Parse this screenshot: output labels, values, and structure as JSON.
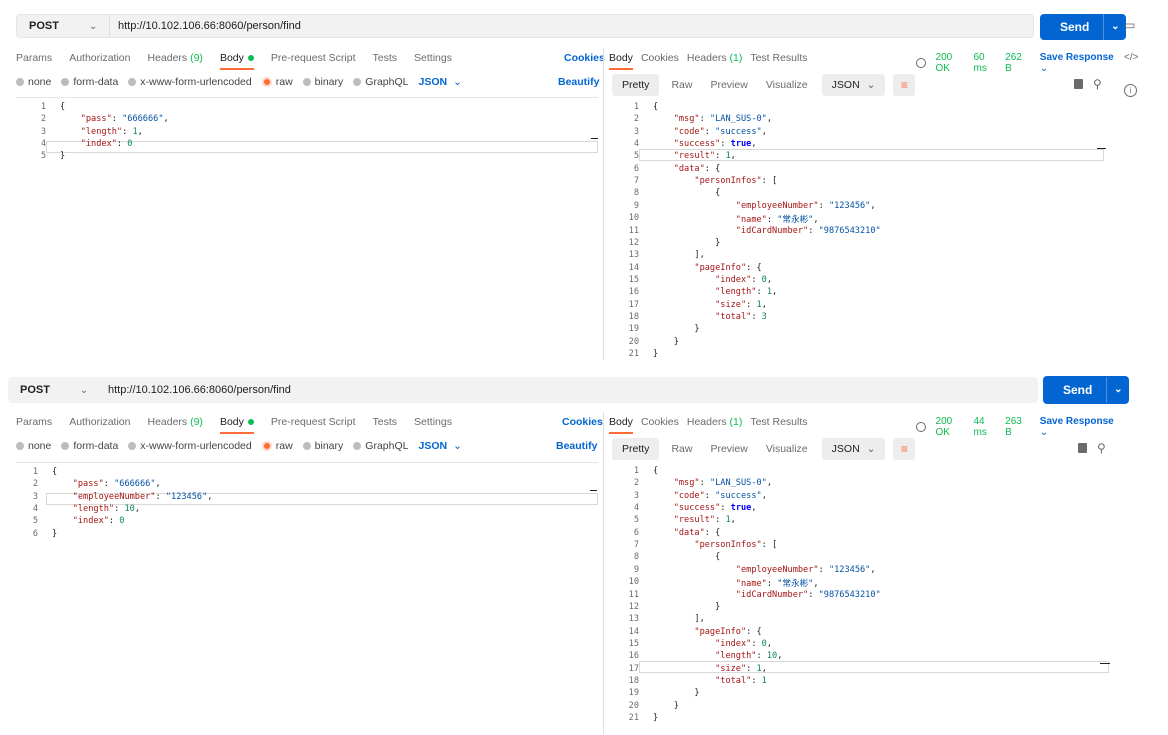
{
  "panels": [
    {
      "method": "POST",
      "url": "http://10.102.106.66:8060/person/find",
      "send_label": "Send",
      "request_tabs": [
        {
          "label": "Params"
        },
        {
          "label": "Authorization"
        },
        {
          "label": "Headers ",
          "count": "(9)"
        },
        {
          "label": "Body",
          "active": true
        },
        {
          "label": "Pre-request Script"
        },
        {
          "label": "Tests"
        },
        {
          "label": "Settings"
        }
      ],
      "cookies_label": "Cookies",
      "body_types": [
        "none",
        "form-data",
        "x-www-form-urlencoded",
        "raw",
        "binary",
        "GraphQL"
      ],
      "body_selected": "raw",
      "body_format": "JSON",
      "beautify_label": "Beautify",
      "request_lines": [
        "{",
        "    \"pass\": \"666666\",",
        "    \"length\": 1,",
        "    \"index\": 0",
        "}"
      ],
      "response_tabs": [
        {
          "label": "Body",
          "active": true
        },
        {
          "label": "Cookies"
        },
        {
          "label": "Headers ",
          "count": "(1)"
        },
        {
          "label": "Test Results"
        }
      ],
      "status": "200 OK",
      "latency": "60 ms",
      "size": "262 B",
      "save_response": "Save Response",
      "view_modes": [
        "Pretty",
        "Raw",
        "Preview",
        "Visualize"
      ],
      "view_format": "JSON",
      "response_lines": [
        "{",
        "    \"msg\": \"LAN_SUS-0\",",
        "    \"code\": \"success\",",
        "    \"success\": true,",
        "    \"result\": 1,",
        "    \"data\": {",
        "        \"personInfos\": [",
        "            {",
        "                \"employeeNumber\": \"123456\",",
        "                \"name\": \"常永彬\",",
        "                \"idCardNumber\": \"9876543210\"",
        "            }",
        "        ],",
        "        \"pageInfo\": {",
        "            \"index\": 0,",
        "            \"length\": 1,",
        "            \"size\": 1,",
        "            \"total\": 3",
        "        }",
        "    }",
        "}"
      ]
    },
    {
      "method": "POST",
      "url": "http://10.102.106.66:8060/person/find",
      "send_label": "Send",
      "request_tabs": [
        {
          "label": "Params"
        },
        {
          "label": "Authorization"
        },
        {
          "label": "Headers ",
          "count": "(9)"
        },
        {
          "label": "Body",
          "active": true
        },
        {
          "label": "Pre-request Script"
        },
        {
          "label": "Tests"
        },
        {
          "label": "Settings"
        }
      ],
      "cookies_label": "Cookies",
      "body_types": [
        "none",
        "form-data",
        "x-www-form-urlencoded",
        "raw",
        "binary",
        "GraphQL"
      ],
      "body_selected": "raw",
      "body_format": "JSON",
      "beautify_label": "Beautify",
      "request_lines": [
        "{",
        "    \"pass\": \"666666\",",
        "    \"employeeNumber\": \"123456\",",
        "    \"length\": 10,",
        "    \"index\": 0",
        "}"
      ],
      "response_tabs": [
        {
          "label": "Body",
          "active": true
        },
        {
          "label": "Cookies"
        },
        {
          "label": "Headers ",
          "count": "(1)"
        },
        {
          "label": "Test Results"
        }
      ],
      "status": "200 OK",
      "latency": "44 ms",
      "size": "263 B",
      "save_response": "Save Response",
      "view_modes": [
        "Pretty",
        "Raw",
        "Preview",
        "Visualize"
      ],
      "view_format": "JSON",
      "response_lines": [
        "{",
        "    \"msg\": \"LAN_SUS-0\",",
        "    \"code\": \"success\",",
        "    \"success\": true,",
        "    \"result\": 1,",
        "    \"data\": {",
        "        \"personInfos\": [",
        "            {",
        "                \"employeeNumber\": \"123456\",",
        "                \"name\": \"常永彬\",",
        "                \"idCardNumber\": \"9876543210\"",
        "            }",
        "        ],",
        "        \"pageInfo\": {",
        "            \"index\": 0,",
        "            \"length\": 10,",
        "            \"size\": 1,",
        "            \"total\": 1",
        "        }",
        "    }",
        "}"
      ]
    }
  ],
  "side_icons": [
    "comment-icon",
    "code-icon",
    "info-icon"
  ]
}
